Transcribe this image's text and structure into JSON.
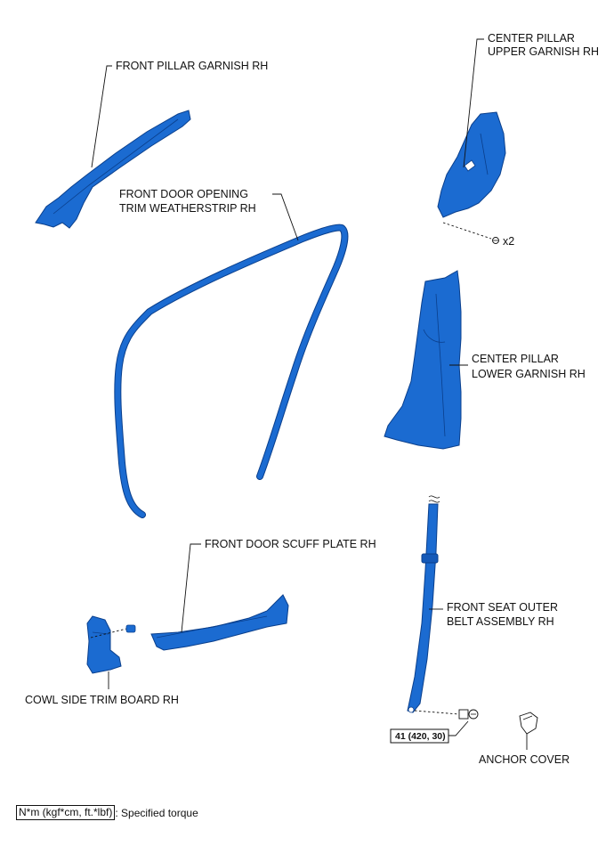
{
  "labels": {
    "front_pillar_garnish": "FRONT PILLAR GARNISH RH",
    "center_pillar_upper_1": "CENTER PILLAR",
    "center_pillar_upper_2": "UPPER GARNISH RH",
    "weatherstrip_1": "FRONT DOOR OPENING",
    "weatherstrip_2": "TRIM WEATHERSTRIP RH",
    "quantity": "x2",
    "center_pillar_lower_1": "CENTER PILLAR",
    "center_pillar_lower_2": "LOWER GARNISH RH",
    "scuff_plate": "FRONT DOOR SCUFF PLATE RH",
    "seat_belt_1": "FRONT SEAT OUTER",
    "seat_belt_2": "BELT ASSEMBLY RH",
    "cowl_side": "COWL SIDE TRIM BOARD RH",
    "torque": "41 (420, 30)",
    "anchor_cover": "ANCHOR COVER"
  },
  "legend": {
    "box_text": "N*m (kgf*cm, ft.*lbf)",
    "description": ": Specified torque"
  },
  "colors": {
    "part_blue": "#1b6bd1",
    "outline": "#0a3f8c"
  }
}
